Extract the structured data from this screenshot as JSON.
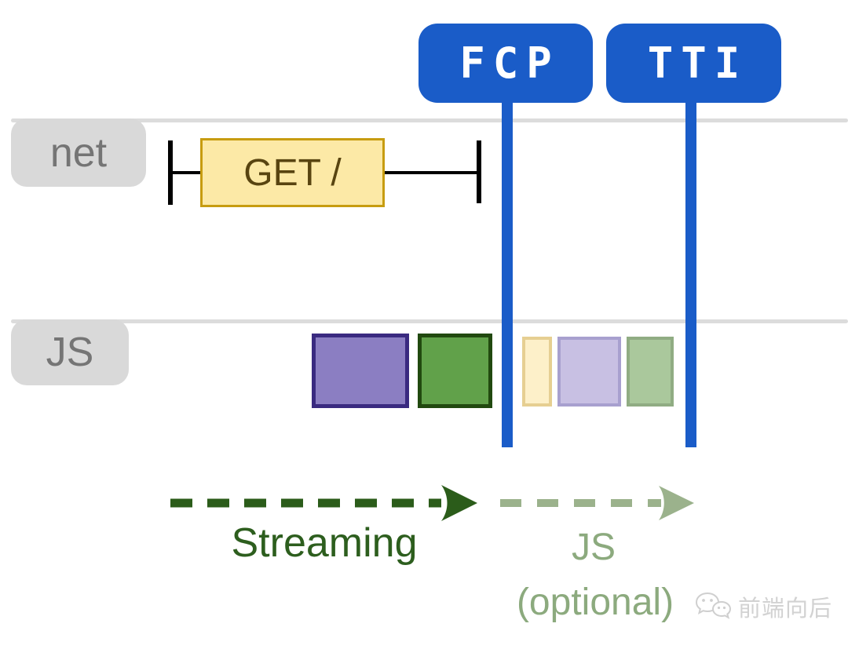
{
  "diagram": {
    "markers": [
      {
        "id": "fcp",
        "label": "FCP"
      },
      {
        "id": "tti",
        "label": "TTI"
      }
    ],
    "lanes": [
      {
        "id": "net",
        "label": "net",
        "request": {
          "label": "GET /"
        }
      },
      {
        "id": "js",
        "label": "JS",
        "blocks": [
          {
            "name": "js-task-purple",
            "fill": "#8b7ec2",
            "border": "#3a2a80"
          },
          {
            "name": "js-task-green",
            "fill": "#61a14a",
            "border": "#21490f"
          },
          {
            "name": "js-task-yellow-faded",
            "fill": "#fdf0c9",
            "border": "#e6cf92"
          },
          {
            "name": "js-task-purple-faded",
            "fill": "#c8c0e3",
            "border": "#a8a0cf"
          },
          {
            "name": "js-task-green-faded",
            "fill": "#aac89c",
            "border": "#90ac83"
          }
        ]
      }
    ],
    "annotations": {
      "streaming": {
        "label": "Streaming",
        "color": "#2d5e1e"
      },
      "js_optional": {
        "line1": "JS",
        "line2": "(optional)",
        "color": "#8caa7e"
      }
    },
    "watermark": {
      "text": "前端向后"
    }
  },
  "colors": {
    "accent_blue": "#1a5cc8",
    "lane_gray": "#dcdcdc",
    "label_gray": "#d9d9d9",
    "label_text": "#757575",
    "request_fill": "#fce9a6",
    "request_border": "#c79c10",
    "request_text": "#584410",
    "arrow_dark_green": "#2b5c1a",
    "arrow_light_green": "#9bb28c",
    "watermark_gray": "#d2d2d2"
  }
}
